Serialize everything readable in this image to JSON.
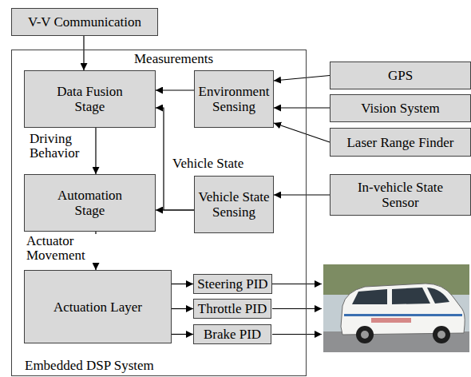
{
  "diagram": {
    "nodes": [
      {
        "text": [
          "V-V Communication"
        ]
      },
      {
        "text": [
          "Embedded DSP System"
        ]
      },
      {
        "text": [
          "Data Fusion Stage"
        ],
        "in": 1
      },
      {
        "text": [
          "Environment Sensing"
        ],
        "in": 1
      },
      {
        "text": [
          "Automation Stage"
        ],
        "in": 1
      },
      {
        "text": [
          "Vehicle State Sensing"
        ],
        "in": 1
      },
      {
        "text": [
          "Actuation Layer"
        ],
        "in": 1
      },
      {
        "text": [
          "Steering PID"
        ],
        "in": 1
      },
      {
        "text": [
          "Throttle PID"
        ],
        "in": 1
      },
      {
        "text": [
          "Brake PID"
        ],
        "in": 1
      },
      {
        "text": [
          "GPS"
        ]
      },
      {
        "text": [
          "Vision System"
        ]
      },
      {
        "text": [
          "Laser Range Finder"
        ]
      },
      {
        "text": [
          "In-vehicle State Sensor"
        ]
      }
    ],
    "edges": [
      {
        "from": 0,
        "to": 2,
        "arrow": "to"
      },
      {
        "from": 3,
        "to": 2,
        "arrow": "to",
        "label": "Measurements"
      },
      {
        "from": 2,
        "to": 4,
        "arrow": "to",
        "label": "Driving Behavior"
      },
      {
        "from": 5,
        "to": 2,
        "arrow": "to",
        "label": "Vehicle State"
      },
      {
        "from": 5,
        "to": 4,
        "arrow": "to"
      },
      {
        "from": 4,
        "to": 6,
        "arrow": "to",
        "label": "Actuator Movement"
      },
      {
        "from": 6,
        "to": 7,
        "arrow": "to"
      },
      {
        "from": 6,
        "to": 8,
        "arrow": "to"
      },
      {
        "from": 6,
        "to": 9,
        "arrow": "to"
      },
      {
        "from": 10,
        "to": 3,
        "arrow": "to"
      },
      {
        "from": 11,
        "to": 3,
        "arrow": "to"
      },
      {
        "from": 12,
        "to": 3,
        "arrow": "to"
      },
      {
        "from": 13,
        "to": 5,
        "arrow": "to"
      }
    ]
  }
}
